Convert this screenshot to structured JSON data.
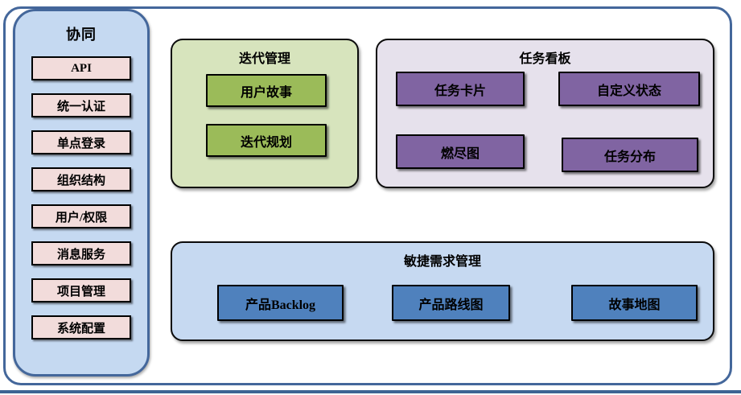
{
  "colors": {
    "frame-border": "#44679B",
    "bottom-line": "#3D6493",
    "sidebar-fill": "#C5D9F1",
    "sidebar-item-fill": "#F2DCDB",
    "iteration-panel-fill": "#D7E4BD",
    "iteration-box-fill": "#9BBB59",
    "kanban-panel-fill": "#E6E1EC",
    "kanban-box-fill": "#8064A2",
    "agile-panel-fill": "#C6D9F1",
    "agile-box-fill": "#4F81BD"
  },
  "sidebar": {
    "title": "协同",
    "items": [
      "API",
      "统一认证",
      "单点登录",
      "组织结构",
      "用户/权限",
      "消息服务",
      "项目管理",
      "系统配置"
    ]
  },
  "iteration_panel": {
    "title": "迭代管理",
    "items": [
      "用户故事",
      "迭代规划"
    ]
  },
  "kanban_panel": {
    "title": "任务看板",
    "items": [
      "任务卡片",
      "自定义状态",
      "燃尽图",
      "任务分布"
    ]
  },
  "agile_panel": {
    "title": "敏捷需求管理",
    "items": [
      "产品Backlog",
      "产品路线图",
      "故事地图"
    ]
  }
}
